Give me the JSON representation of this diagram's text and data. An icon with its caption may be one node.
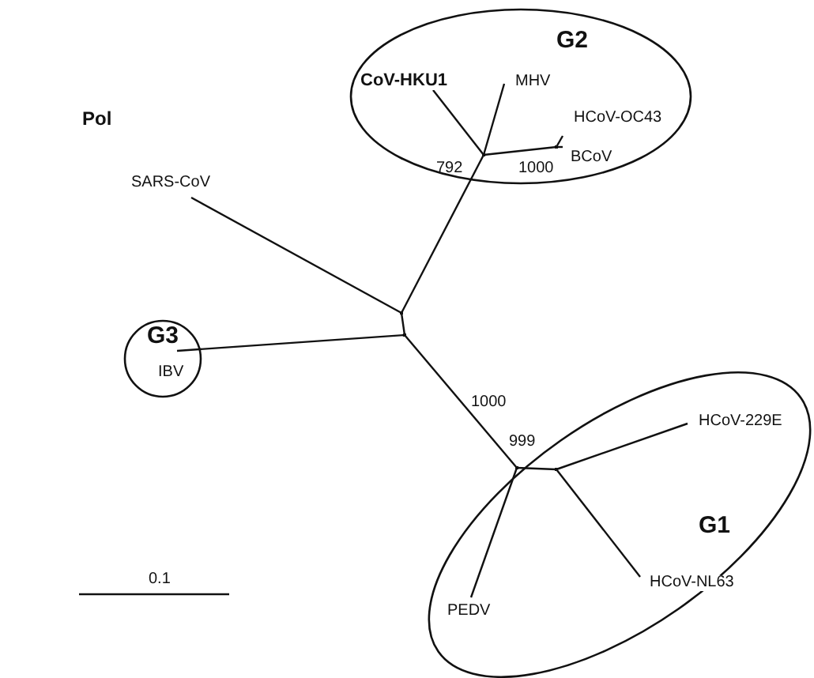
{
  "diagram": {
    "title": "Pol",
    "nodes": [
      {
        "text": [
          "G2"
        ]
      },
      {
        "text": [
          "CoV-HKU1"
        ],
        "in": 0
      },
      {
        "text": [
          "MHV"
        ],
        "in": 0
      },
      {
        "text": [
          "HCoV-OC43"
        ],
        "in": 0
      },
      {
        "text": [
          "BCoV"
        ],
        "in": 0
      },
      {
        "text": [
          "SARS-CoV"
        ]
      },
      {
        "text": [
          "G3"
        ]
      },
      {
        "text": [
          "IBV"
        ],
        "in": 6
      },
      {
        "text": [
          "G1"
        ]
      },
      {
        "text": [
          "HCoV-229E"
        ],
        "in": 8
      },
      {
        "text": [
          "HCoV-NL63"
        ],
        "in": 8
      },
      {
        "text": [
          "PEDV"
        ],
        "in": 8
      },
      {
        "text": [],
        "shape": "point",
        "in": 0
      },
      {
        "text": [],
        "shape": "point",
        "in": 0
      },
      {
        "text": [],
        "shape": "point"
      },
      {
        "text": [],
        "shape": "point"
      },
      {
        "text": [],
        "shape": "point",
        "in": 8
      },
      {
        "text": [],
        "shape": "point",
        "in": 8
      }
    ],
    "edges": [
      {
        "from": 12,
        "to": 1,
        "arrow": "none"
      },
      {
        "from": 12,
        "to": 2,
        "arrow": "none"
      },
      {
        "from": 12,
        "to": 13,
        "arrow": "none"
      },
      {
        "from": 13,
        "to": 3,
        "arrow": "none"
      },
      {
        "from": 13,
        "to": 4,
        "arrow": "none"
      },
      {
        "from": 14,
        "to": 12,
        "arrow": "none"
      },
      {
        "from": 14,
        "to": 5,
        "arrow": "none"
      },
      {
        "from": 14,
        "to": 15,
        "arrow": "none"
      },
      {
        "from": 15,
        "to": 7,
        "arrow": "none"
      },
      {
        "from": 15,
        "to": 16,
        "arrow": "none"
      },
      {
        "from": 16,
        "to": 11,
        "arrow": "none"
      },
      {
        "from": 16,
        "to": 17,
        "arrow": "none"
      },
      {
        "from": 17,
        "to": 9,
        "arrow": "none"
      },
      {
        "from": 17,
        "to": 10,
        "arrow": "none"
      }
    ],
    "labels": [
      "792",
      "1000",
      "1000",
      "999",
      "0.1"
    ]
  }
}
